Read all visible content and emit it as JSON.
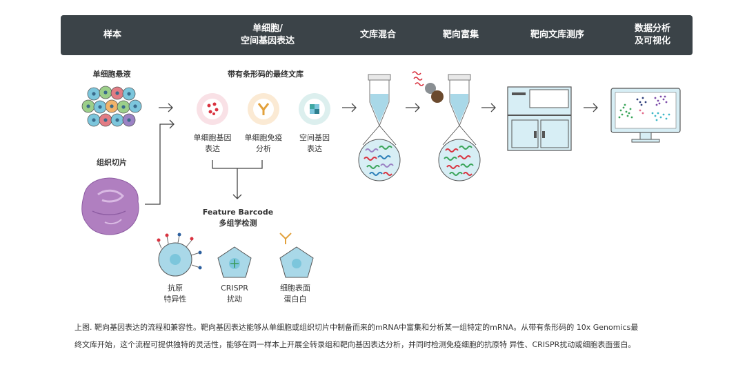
{
  "header": {
    "steps": [
      "样本",
      "单细胞/\n空间基因表达",
      "文库混合",
      "靶向富集",
      "靶向文库测序",
      "数据分析\n及可视化"
    ]
  },
  "labels": {
    "cell_suspension": "单细胞悬液",
    "tissue_section": "组织切片",
    "barcoded_library": "带有条形码的最终文库",
    "sc_gene_expression": "单细胞基因\n表达",
    "sc_immune_profiling": "单细胞免疫\n分析",
    "spatial_gene_expression": "空间基因\n表达",
    "feature_barcode": "Feature Barcode\n多组学检测",
    "antigen_specificity": "抗原\n特异性",
    "crispr": "CRISPR\n扰动",
    "cell_surface_protein": "细胞表面\n蛋白白"
  },
  "caption": {
    "line1": "上图. 靶向基因表达的流程和兼容性。靶向基因表达能够从单细胞或组织切片中制备而来的mRNA中富集和分析某一组特定的mRNA。从带有条形码的 10x Genomics最",
    "line2": "终文库开始，这个流程可提供独特的灵活性，能够在同一样本上开展全转录组和靶向基因表达分析，并同时检测免疫细胞的抗原特 异性、CRISPR扰动或细胞表面蛋白。"
  },
  "colors": {
    "header_bg": "#3b4348",
    "tube_blue": "#a9d8e8",
    "cell_blue": "#7cc6dc",
    "tissue_purple": "#b07fc0"
  }
}
